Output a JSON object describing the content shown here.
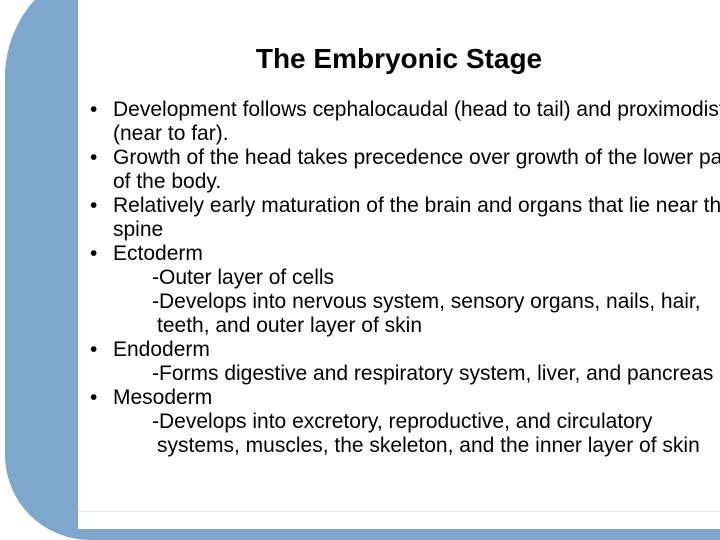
{
  "slide": {
    "title": "The Embryonic Stage",
    "bullet_marker": "•",
    "colors": {
      "accent_blue": "#7EA7CD",
      "text": "#000000",
      "background": "#FFFFFF",
      "edge_line": "#E9E9E9"
    },
    "bullets": [
      {
        "lines": [
          "Development follows cephalocaudal (head to tail) and proximodistal",
          "(near to far)."
        ],
        "subs": []
      },
      {
        "lines": [
          "Growth of the head takes precedence over growth of the lower parts",
          "of the body."
        ],
        "subs": []
      },
      {
        "lines": [
          "Relatively early maturation of the brain and organs that lie near the",
          "spine"
        ],
        "subs": []
      },
      {
        "lines": [
          "Ectoderm"
        ],
        "subs": [
          {
            "lines": [
              "-Outer layer of cells"
            ]
          },
          {
            "lines": [
              "-Develops into nervous system, sensory organs, nails, hair,",
              "teeth, and outer layer of skin"
            ]
          }
        ]
      },
      {
        "lines": [
          "Endoderm"
        ],
        "subs": [
          {
            "lines": [
              "-Forms digestive and respiratory system, liver, and pancreas"
            ]
          }
        ]
      },
      {
        "lines": [
          "Mesoderm"
        ],
        "subs": [
          {
            "lines": [
              "-Develops into excretory, reproductive, and circulatory",
              "systems, muscles, the skeleton, and the inner layer of skin"
            ]
          }
        ]
      }
    ]
  }
}
